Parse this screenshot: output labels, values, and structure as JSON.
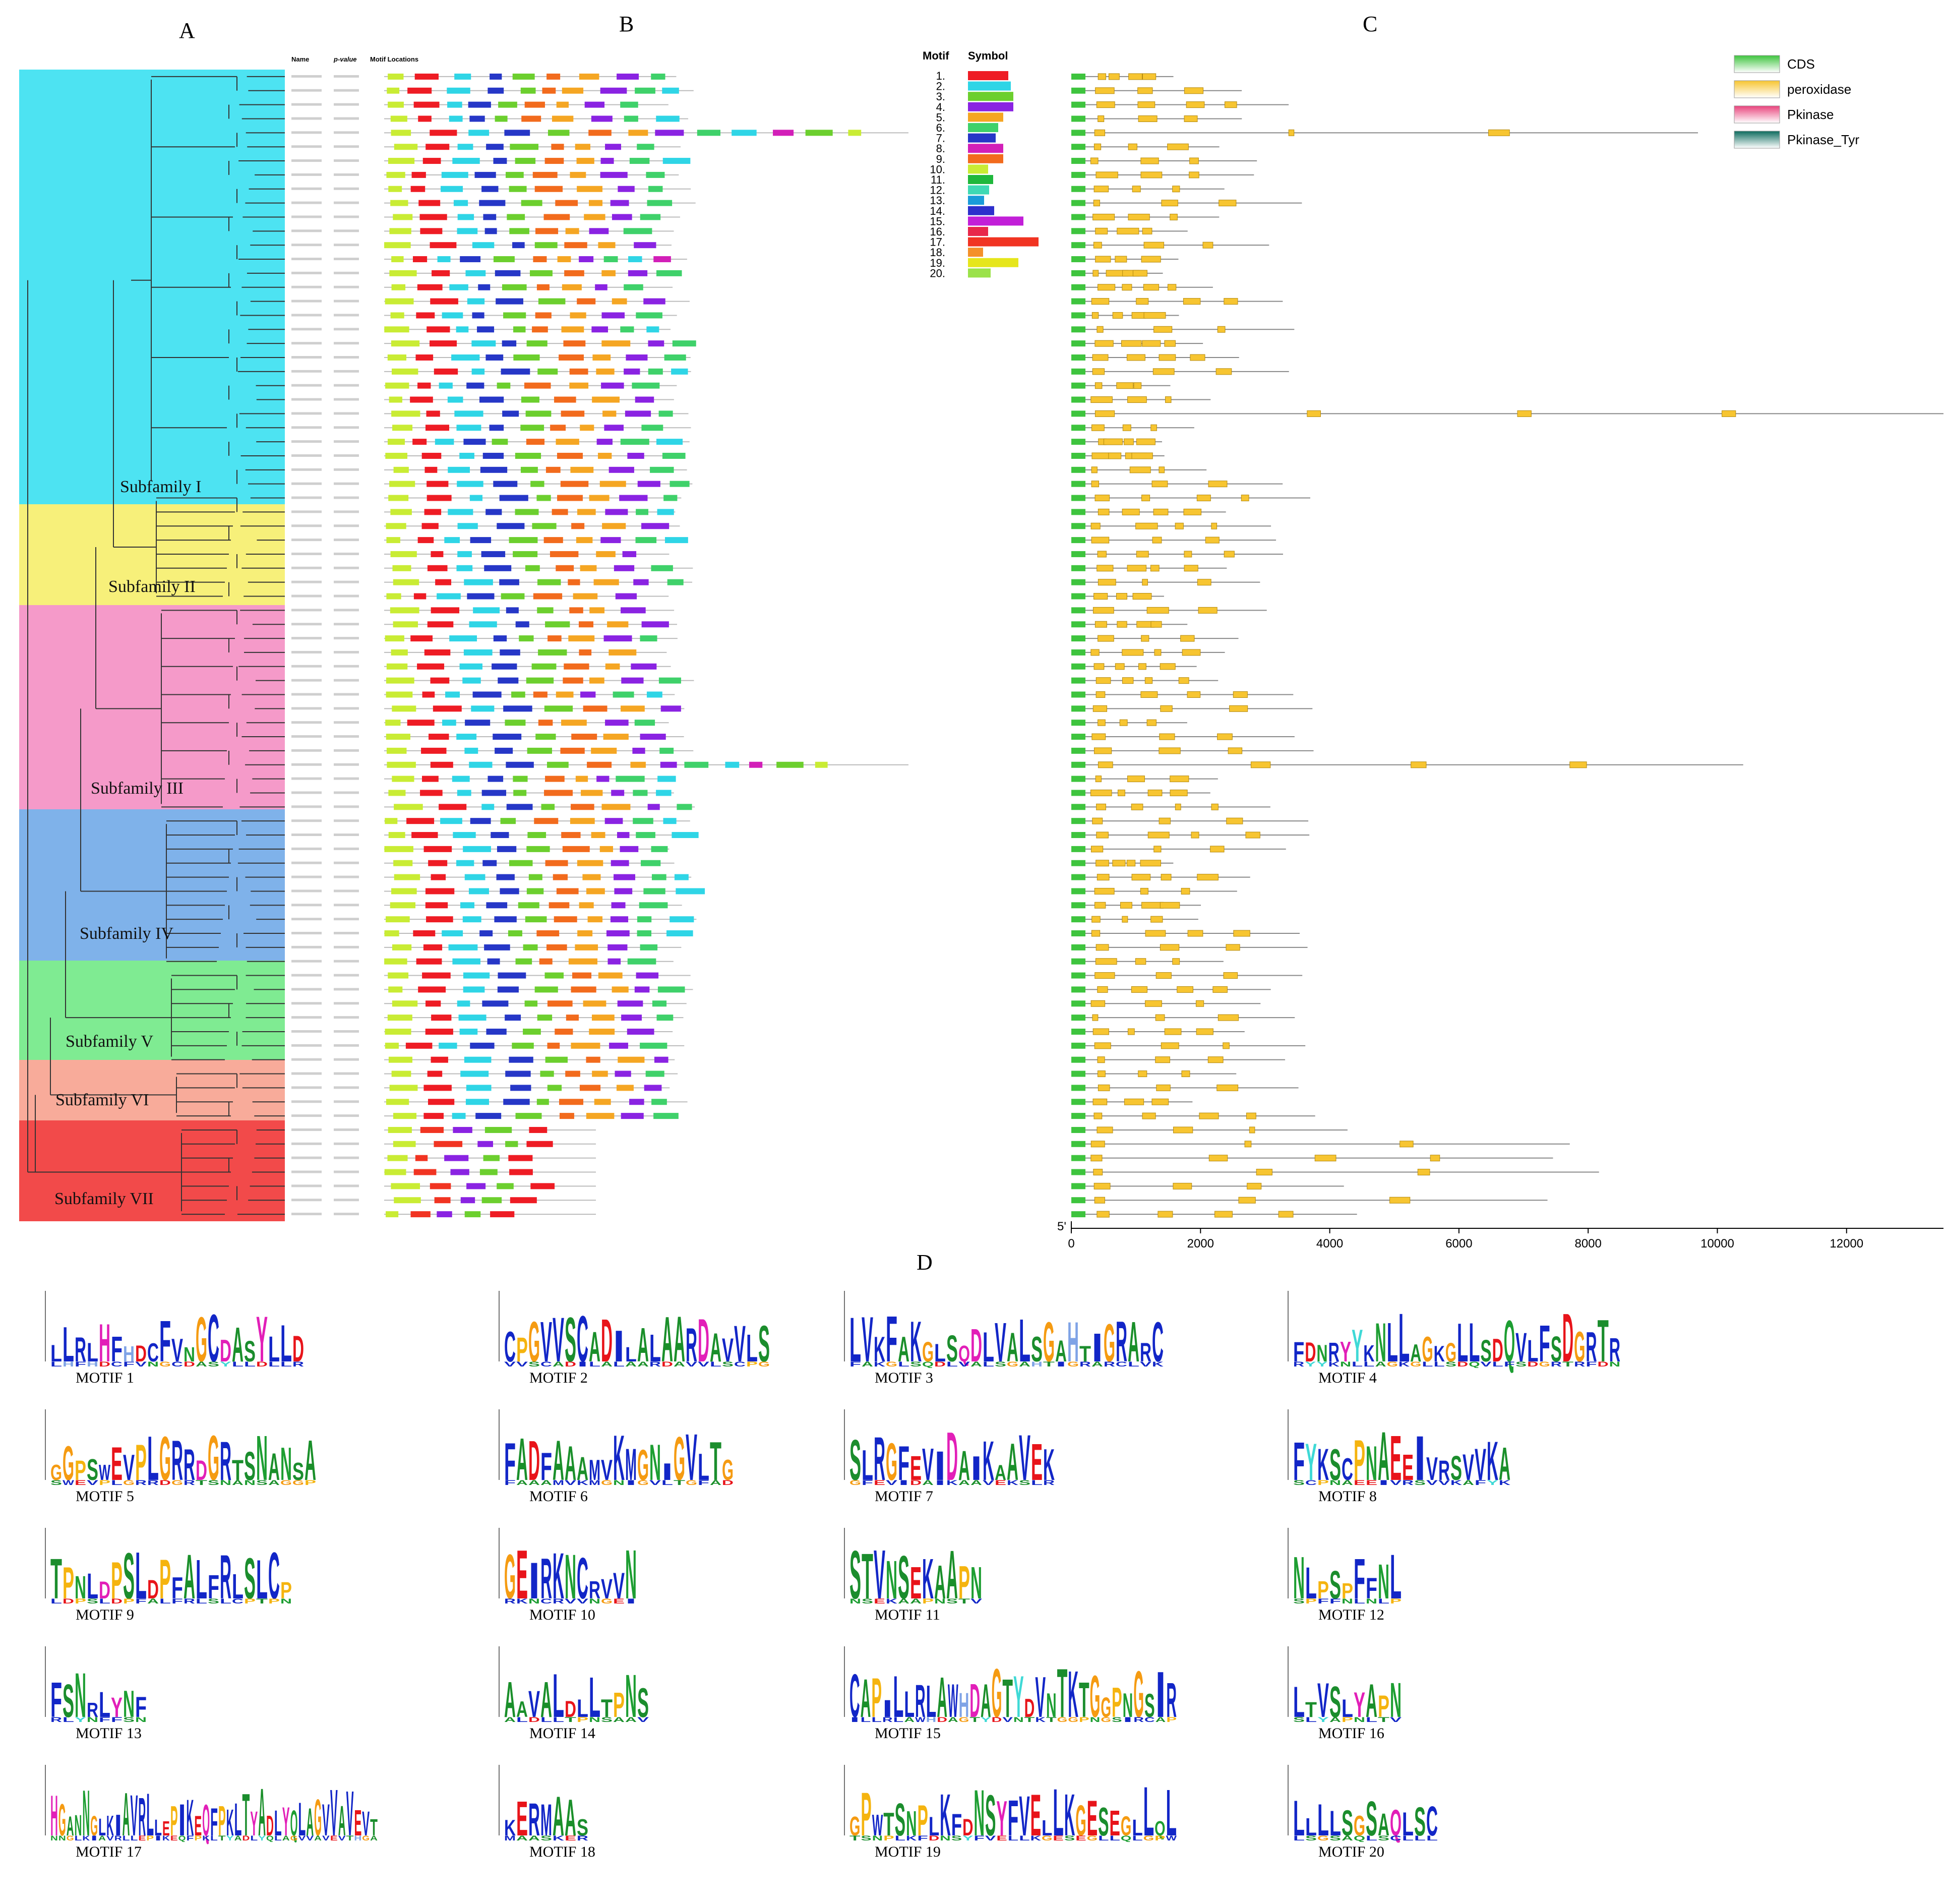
{
  "panels": {
    "a": "A",
    "b": "B",
    "c": "C",
    "d": "D"
  },
  "colors": {
    "subfamily_I": "#4de3f2",
    "subfamily_II": "#f7f07a",
    "subfamily_III": "#f59ac9",
    "subfamily_IV": "#7fb2ea",
    "subfamily_V": "#7feb92",
    "subfamily_VI": "#f8ab9a",
    "subfamily_VII": "#f24a4a",
    "motifs": [
      "#ee1c24",
      "#2fd5e6",
      "#6ccf2e",
      "#8a23e2",
      "#f5a623",
      "#3fd16a",
      "#2637c7",
      "#d21fb8",
      "#f26b1d",
      "#c9ec34",
      "#1fb83c",
      "#3fd9b4",
      "#1a9bd9",
      "#2e2fcc",
      "#c21fd8",
      "#e8284a",
      "#f13422",
      "#f4902a",
      "#e6e61c",
      "#9be24a"
    ]
  },
  "subfamilies": [
    {
      "label": "Subfamily I",
      "count": 30
    },
    {
      "label": "Subfamily II",
      "count": 8
    },
    {
      "label": "Subfamily III",
      "count": 15
    },
    {
      "label": "Subfamily IV",
      "count": 11
    },
    {
      "label": "Subfamily V",
      "count": 7
    },
    {
      "label": "Subfamily VI",
      "count": 4
    },
    {
      "label": "Subfamily VII",
      "count": 7
    }
  ],
  "table_headers": {
    "name": "Name",
    "pvalue": "p-value",
    "locations": "Motif Locations"
  },
  "motif_legend": {
    "col1": "Motif",
    "col2": "Symbol",
    "numbers": [
      "1.",
      "2.",
      "3.",
      "4.",
      "5.",
      "6.",
      "7.",
      "8.",
      "9.",
      "10.",
      "11.",
      "12.",
      "13.",
      "14.",
      "15.",
      "16.",
      "17.",
      "18.",
      "19.",
      "20."
    ]
  },
  "gene_legend": [
    {
      "label": "CDS",
      "color": "#3ec43e"
    },
    {
      "label": "peroxidase",
      "color": "#f7c531"
    },
    {
      "label": "Pkinase",
      "color": "#e8437c"
    },
    {
      "label": "Pkinase_Tyr",
      "color": "#0d6b5e"
    }
  ],
  "gene_axis": {
    "ticks": [
      "0",
      "2000",
      "4000",
      "6000",
      "8000",
      "10000",
      "12000"
    ],
    "start_label": "5'"
  },
  "motif_logos": [
    {
      "caption": "MOTIF 1",
      "seq": "LLRLHFHDCFVNGCDASYLLD"
    },
    {
      "caption": "MOTIF 2",
      "seq": "CPGVVSCADILALAARDAVVLS"
    },
    {
      "caption": "MOTIF 3",
      "seq": "LVKFAKGLSQDLVALSGAHTIGRARC"
    },
    {
      "caption": "MOTIF 4",
      "seq": "FDNRYYKNLLAGKGLLSDQVLFSDGRTR"
    },
    {
      "caption": "MOTIF 5",
      "seq": "GGPSWEVPLGRRDGRTSNANSA"
    },
    {
      "caption": "MOTIF 6",
      "seq": "FADFAAAMVKMGNIGVLTG"
    },
    {
      "caption": "MOTIF 7",
      "seq": "SLRGFEVIDAIKAAVEK"
    },
    {
      "caption": "MOTIF 8",
      "seq": "FYKSCPNAEEIVRSVVKA"
    },
    {
      "caption": "MOTIF 9",
      "seq": "TPNLDPSLDPFALFRLSLCP"
    },
    {
      "caption": "MOTIF 10",
      "seq": "GEIRKNCRVVN"
    },
    {
      "caption": "MOTIF 11",
      "seq": "STVNSEKAAPN"
    },
    {
      "caption": "MOTIF 12",
      "seq": "NLPSPFFNL"
    },
    {
      "caption": "MOTIF 13",
      "seq": "FSNRLYNF"
    },
    {
      "caption": "MOTIF 14",
      "seq": "AAVALDLLTPNS"
    },
    {
      "caption": "MOTIF 15",
      "seq": "CAPILLRLAWHDAGTYDVNTKTGGPNGSIR"
    },
    {
      "caption": "MOTIF 16",
      "seq": "LTVSLYAPN"
    },
    {
      "caption": "MOTIF 17",
      "seq": "HGANNGLKIAVRLLEPIKEQFPKLTYADLYQLAGVVAVEVT"
    },
    {
      "caption": "MOTIF 18",
      "seq": "KERMAAS"
    },
    {
      "caption": "MOTIF 19",
      "seq": "GPWTSNPLKFDNSYFVELLKGESEGLLQL"
    },
    {
      "caption": "MOTIF 20",
      "seq": "LLLLSGSAQLSC"
    }
  ]
}
